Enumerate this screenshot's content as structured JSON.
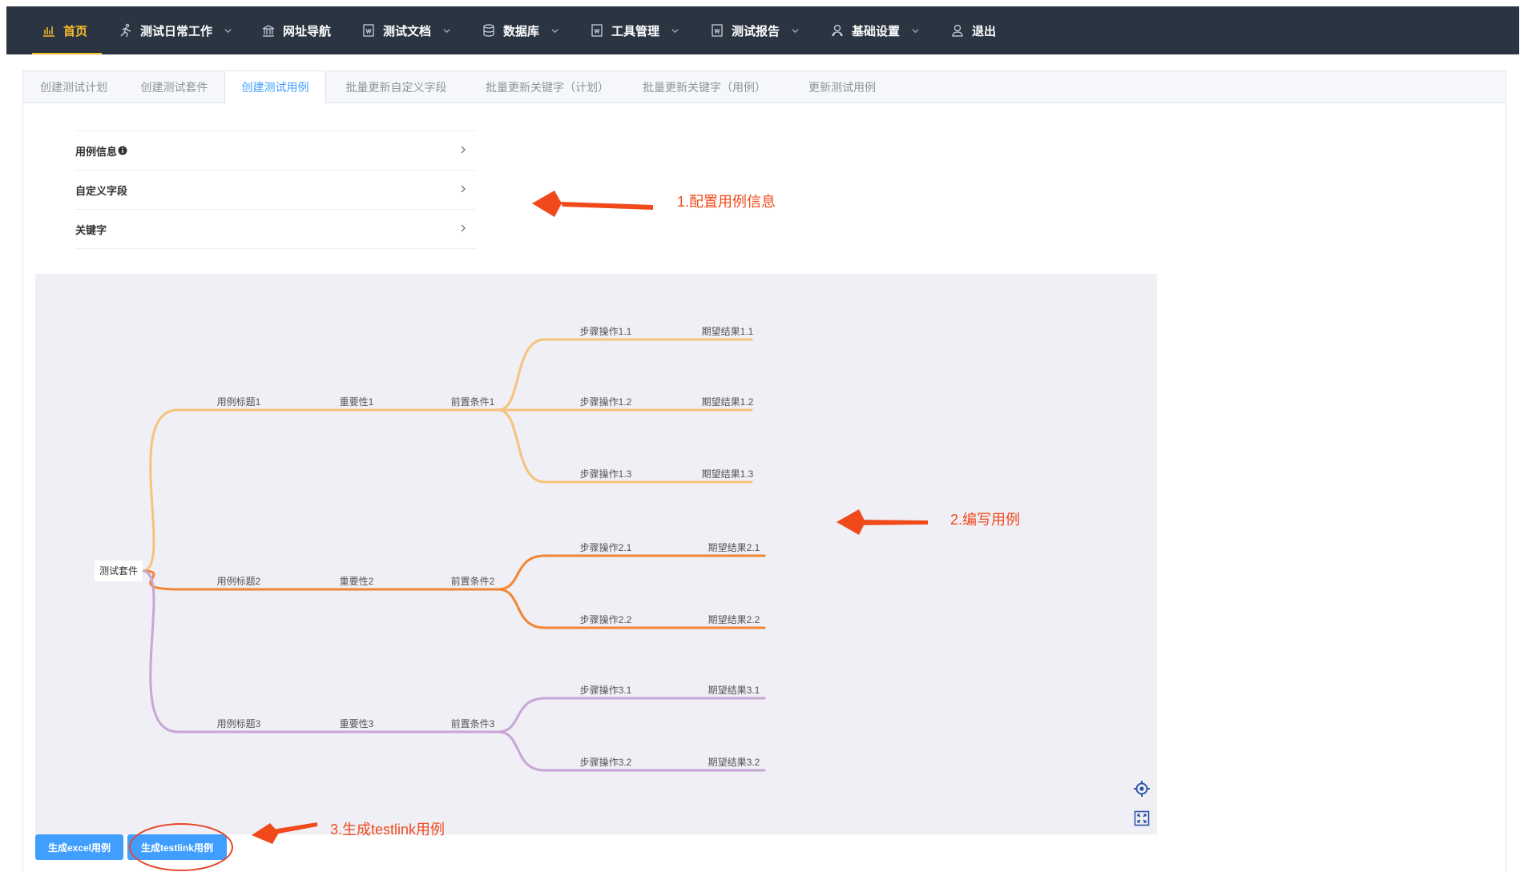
{
  "nav": {
    "items": [
      {
        "label": "首页",
        "icon": "bar-chart-icon",
        "has_dropdown": false,
        "active": true
      },
      {
        "label": "测试日常工作",
        "icon": "running-person-icon",
        "has_dropdown": true,
        "active": false
      },
      {
        "label": "网址导航",
        "icon": "bank-icon",
        "has_dropdown": false,
        "active": false
      },
      {
        "label": "测试文档",
        "icon": "document-icon",
        "has_dropdown": true,
        "active": false
      },
      {
        "label": "数据库",
        "icon": "database-icon",
        "has_dropdown": true,
        "active": false
      },
      {
        "label": "工具管理",
        "icon": "document-icon",
        "has_dropdown": true,
        "active": false
      },
      {
        "label": "测试报告",
        "icon": "document-icon",
        "has_dropdown": true,
        "active": false
      },
      {
        "label": "基础设置",
        "icon": "gear-person-icon",
        "has_dropdown": true,
        "active": false
      },
      {
        "label": "退出",
        "icon": "user-icon",
        "has_dropdown": false,
        "active": false
      }
    ],
    "active_color": "#f7ba2a"
  },
  "tabs": [
    {
      "label": "创建测试计划",
      "active": false
    },
    {
      "label": "创建测试套件",
      "active": false
    },
    {
      "label": "创建测试用例",
      "active": true
    },
    {
      "label": "批量更新自定义字段",
      "active": false
    },
    {
      "label": "批量更新关键字（计划）",
      "active": false
    },
    {
      "label": "批量更新关键字（用例）",
      "active": false
    },
    {
      "label": "更新测试用例",
      "active": false
    }
  ],
  "collapse": {
    "items": [
      {
        "label": "用例信息",
        "has_info_icon": true
      },
      {
        "label": "自定义字段",
        "has_info_icon": false
      },
      {
        "label": "关键字",
        "has_info_icon": false
      }
    ]
  },
  "mindmap": {
    "root": "测试套件",
    "branches": [
      {
        "color": "#f8c27a",
        "title": "用例标题1",
        "importance": "重要性1",
        "precondition": "前置条件1",
        "steps": [
          {
            "step": "步骤操作1.1",
            "result": "期望结果1.1"
          },
          {
            "step": "步骤操作1.2",
            "result": "期望结果1.2"
          },
          {
            "step": "步骤操作1.3",
            "result": "期望结果1.3"
          }
        ]
      },
      {
        "color": "#f08633",
        "title": "用例标题2",
        "importance": "重要性2",
        "precondition": "前置条件2",
        "steps": [
          {
            "step": "步骤操作2.1",
            "result": "期望结果2.1"
          },
          {
            "step": "步骤操作2.2",
            "result": "期望结果2.2"
          }
        ]
      },
      {
        "color": "#c8a6d6",
        "title": "用例标题3",
        "importance": "重要性3",
        "precondition": "前置条件3",
        "steps": [
          {
            "step": "步骤操作3.1",
            "result": "期望结果3.1"
          },
          {
            "step": "步骤操作3.2",
            "result": "期望结果3.2"
          }
        ]
      }
    ],
    "tools": [
      "target-icon",
      "fit-screen-icon"
    ]
  },
  "buttons": {
    "excel": "生成excel用例",
    "testlink": "生成testlink用例"
  },
  "annotations": {
    "step1": "1.配置用例信息",
    "step2": "2.编写用例",
    "step3": "3.生成testlink用例",
    "color": "#f04a1b"
  }
}
